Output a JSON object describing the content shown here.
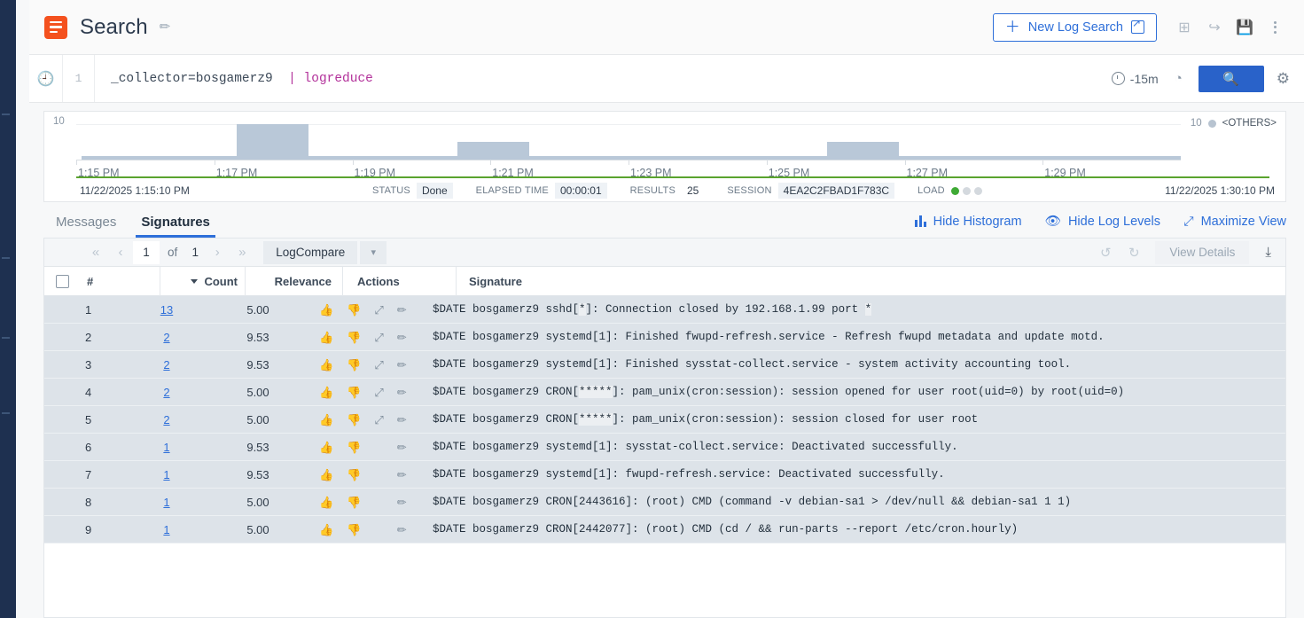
{
  "header": {
    "title": "Search",
    "edit_icon": "pencil-icon",
    "new_search_label": "New Log Search",
    "icons": [
      "add-panel-icon",
      "share-icon",
      "save-icon",
      "more-options-icon"
    ]
  },
  "query": {
    "line_number": "1",
    "expression_scope": "_collector=bosgamerz9",
    "pipe": "|",
    "operator": "logreduce",
    "history_icon": "history-icon",
    "time_range": "-15m",
    "gauge_icon": "gauge-icon",
    "search_icon": "search-icon",
    "settings_icon": "gear-icon"
  },
  "histogram": {
    "y_max_label": "10",
    "legend_count": "10",
    "legend_label": "<OTHERS>",
    "start_time": "11/22/2025 1:15:10 PM",
    "end_time": "11/22/2025 1:30:10 PM",
    "status_label": "STATUS",
    "status_value": "Done",
    "elapsed_label": "ELAPSED TIME",
    "elapsed_value": "00:00:01",
    "results_label": "RESULTS",
    "results_value": "25",
    "session_label": "SESSION",
    "session_value": "4EA2C2FBAD1F783C",
    "load_label": "LOAD"
  },
  "chart_data": {
    "type": "bar",
    "title": "",
    "xlabel": "",
    "ylabel": "",
    "ylim": [
      0,
      10
    ],
    "grid": true,
    "legend_position": "top-right",
    "tick_labels": [
      "1:15 PM",
      "1:17 PM",
      "1:19 PM",
      "1:21 PM",
      "1:23 PM",
      "1:25 PM",
      "1:27 PM",
      "1:29 PM"
    ],
    "series": [
      {
        "name": "<OTHERS>",
        "color": "#b9c8d8",
        "bars": [
          {
            "x_pct": 0.5,
            "w_pct": 14.0,
            "value": 1
          },
          {
            "x_pct": 14.5,
            "w_pct": 6.5,
            "value": 10
          },
          {
            "x_pct": 21.0,
            "w_pct": 13.5,
            "value": 1
          },
          {
            "x_pct": 34.5,
            "w_pct": 6.5,
            "value": 5
          },
          {
            "x_pct": 41.0,
            "w_pct": 13.5,
            "value": 1
          },
          {
            "x_pct": 54.5,
            "w_pct": 13.5,
            "value": 1
          },
          {
            "x_pct": 68.0,
            "w_pct": 6.5,
            "value": 5
          },
          {
            "x_pct": 74.5,
            "w_pct": 13.5,
            "value": 1
          },
          {
            "x_pct": 88.0,
            "w_pct": 12.0,
            "value": 1
          }
        ]
      }
    ]
  },
  "tabs": {
    "items": [
      {
        "label": "Messages",
        "active": false
      },
      {
        "label": "Signatures",
        "active": true
      }
    ],
    "actions": [
      {
        "label": "Hide Histogram",
        "icon": "bar-chart-icon"
      },
      {
        "label": "Hide Log Levels",
        "icon": "eye-icon"
      },
      {
        "label": "Maximize View",
        "icon": "maximize-icon"
      }
    ]
  },
  "toolbar": {
    "first_icon": "first-page-icon",
    "prev_icon": "previous-page-icon",
    "page": "1",
    "of": "of",
    "total_pages": "1",
    "next_icon": "next-page-icon",
    "last_icon": "last-page-icon",
    "logcompare_label": "LogCompare",
    "undo_icon": "undo-icon",
    "redo_icon": "redo-icon",
    "view_details_label": "View Details",
    "export_icon": "export-icon"
  },
  "table": {
    "columns": {
      "index": "#",
      "count": "Count",
      "relevance": "Relevance",
      "actions": "Actions",
      "signature": "Signature"
    },
    "sort": "count-descending",
    "rows": [
      {
        "index": "1",
        "count": "13",
        "relevance": "5.00",
        "actions": [
          "thumbs-up-icon",
          "thumbs-down-icon",
          "expand-icon",
          "edit-icon"
        ],
        "signature_parts": [
          {
            "text": "$DATE bosgamerz9 sshd[",
            "wild": false
          },
          {
            "text": "*",
            "wild": true
          },
          {
            "text": "]: Connection closed by 192.168.1.99 port ",
            "wild": false
          },
          {
            "text": "*",
            "wild": true
          }
        ]
      },
      {
        "index": "2",
        "count": "2",
        "relevance": "9.53",
        "actions": [
          "thumbs-up-icon",
          "thumbs-down-icon",
          "expand-icon",
          "edit-icon"
        ],
        "signature_parts": [
          {
            "text": "$DATE bosgamerz9 systemd[1]: Finished fwupd-refresh.service - Refresh fwupd metadata and update motd.",
            "wild": false
          }
        ]
      },
      {
        "index": "3",
        "count": "2",
        "relevance": "9.53",
        "actions": [
          "thumbs-up-icon",
          "thumbs-down-icon",
          "expand-icon",
          "edit-icon"
        ],
        "signature_parts": [
          {
            "text": "$DATE bosgamerz9 systemd[1]: Finished sysstat-collect.service - system activity accounting tool.",
            "wild": false
          }
        ]
      },
      {
        "index": "4",
        "count": "2",
        "relevance": "5.00",
        "actions": [
          "thumbs-up-icon",
          "thumbs-down-icon",
          "expand-icon",
          "edit-icon"
        ],
        "signature_parts": [
          {
            "text": "$DATE bosgamerz9 CRON[",
            "wild": false
          },
          {
            "text": "*****",
            "wild": true
          },
          {
            "text": "]: pam_unix(cron:session): session opened for user root(uid=0) by root(uid=0)",
            "wild": false
          }
        ]
      },
      {
        "index": "5",
        "count": "2",
        "relevance": "5.00",
        "actions": [
          "thumbs-up-icon",
          "thumbs-down-icon",
          "expand-icon",
          "edit-icon"
        ],
        "signature_parts": [
          {
            "text": "$DATE bosgamerz9 CRON[",
            "wild": false
          },
          {
            "text": "*****",
            "wild": true
          },
          {
            "text": "]: pam_unix(cron:session): session closed for user root",
            "wild": false
          }
        ]
      },
      {
        "index": "6",
        "count": "1",
        "relevance": "9.53",
        "actions": [
          "thumbs-up-icon",
          "thumbs-down-icon",
          "edit-icon"
        ],
        "signature_parts": [
          {
            "text": "$DATE bosgamerz9 systemd[1]: sysstat-collect.service: Deactivated successfully.",
            "wild": false
          }
        ]
      },
      {
        "index": "7",
        "count": "1",
        "relevance": "9.53",
        "actions": [
          "thumbs-up-icon",
          "thumbs-down-icon",
          "edit-icon"
        ],
        "signature_parts": [
          {
            "text": "$DATE bosgamerz9 systemd[1]: fwupd-refresh.service: Deactivated successfully.",
            "wild": false
          }
        ]
      },
      {
        "index": "8",
        "count": "1",
        "relevance": "5.00",
        "actions": [
          "thumbs-up-icon",
          "thumbs-down-icon",
          "edit-icon"
        ],
        "signature_parts": [
          {
            "text": "$DATE bosgamerz9 CRON[2443616]: (root) CMD (command -v debian-sa1 > /dev/null && debian-sa1 1 1)",
            "wild": false
          }
        ]
      },
      {
        "index": "9",
        "count": "1",
        "relevance": "5.00",
        "actions": [
          "thumbs-up-icon",
          "thumbs-down-icon",
          "edit-icon"
        ],
        "signature_parts": [
          {
            "text": "$DATE bosgamerz9 CRON[2442077]: (root) CMD (cd / && run-parts --report /etc/cron.hourly)",
            "wild": false
          }
        ]
      }
    ]
  },
  "colors": {
    "brand": "#f4511e",
    "accent": "#2e6fd9",
    "rail": "#1e3050",
    "bar": "#b9c8d8",
    "rule_green": "#5aa42e",
    "row_bg": "#dde3e9"
  }
}
